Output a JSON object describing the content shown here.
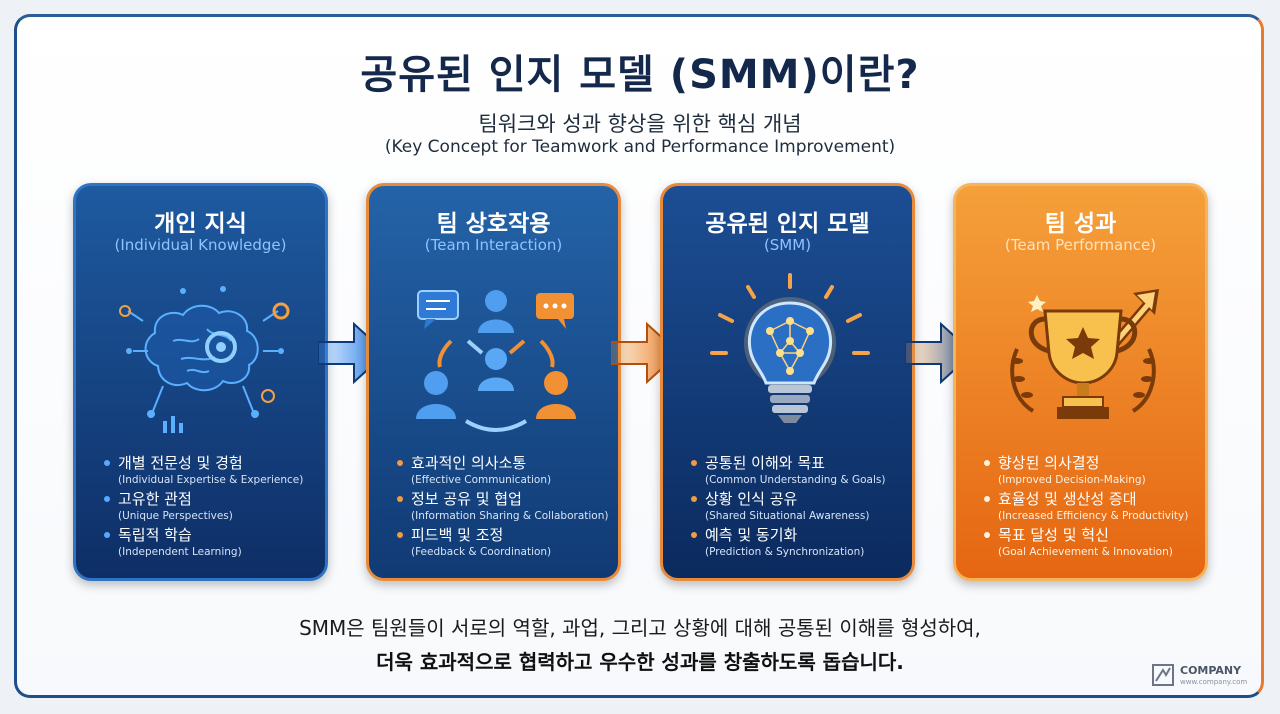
{
  "header": {
    "title": "공유된 인지 모델 (SMM)이란?",
    "subtitle": "팀워크와 성과 향상을 위한 핵심 개념",
    "subtitle_en": "(Key Concept for Teamwork and Performance Improvement)"
  },
  "cards": [
    {
      "title": "개인 지식",
      "subtitle": "(Individual Knowledge)",
      "icon": "brain-gear-icon",
      "bullets": [
        {
          "ko": "개별 전문성 및 경험",
          "en": "(Individual Expertise & Experience)"
        },
        {
          "ko": "고유한 관점",
          "en": "(Unique Perspectives)"
        },
        {
          "ko": "독립적 학습",
          "en": "(Independent Learning)"
        }
      ]
    },
    {
      "title": "팀 상호작용",
      "subtitle": "(Team Interaction)",
      "icon": "team-communication-icon",
      "bullets": [
        {
          "ko": "효과적인 의사소통",
          "en": "(Effective Communication)"
        },
        {
          "ko": "정보 공유 및 협업",
          "en": "(Information Sharing & Collaboration)"
        },
        {
          "ko": "피드백 및 조정",
          "en": "(Feedback & Coordination)"
        }
      ]
    },
    {
      "title": "공유된 인지 모델",
      "subtitle": "(SMM)",
      "icon": "lightbulb-network-icon",
      "bullets": [
        {
          "ko": "공통된 이해와 목표",
          "en": "(Common Understanding & Goals)"
        },
        {
          "ko": "상황 인식 공유",
          "en": "(Shared Situational Awareness)"
        },
        {
          "ko": "예측 및 동기화",
          "en": "(Prediction & Synchronization)"
        }
      ]
    },
    {
      "title": "팀 성과",
      "subtitle": "(Team Performance)",
      "icon": "trophy-icon",
      "bullets": [
        {
          "ko": "향상된 의사결정",
          "en": "(Improved Decision-Making)"
        },
        {
          "ko": "효율성 및 생산성 증대",
          "en": "(Increased Efficiency & Productivity)"
        },
        {
          "ko": "목표 달성 및 혁신",
          "en": "(Goal Achievement & Innovation)"
        }
      ]
    }
  ],
  "footer": {
    "line1": "SMM은 팀원들이 서로의 역할, 과업, 그리고 상황에 대해 공통된 이해를 형성하여,",
    "line2": "더욱 효과적으로 협력하고 우수한 성과를 창출하도록 돕습니다."
  },
  "logo": {
    "name": "COMPANY",
    "url": "www.company.com"
  },
  "colors": {
    "navy": "#13284a",
    "blue": "#1e5aa0",
    "orange": "#e56612",
    "accent_blue": "#58a8ff"
  }
}
